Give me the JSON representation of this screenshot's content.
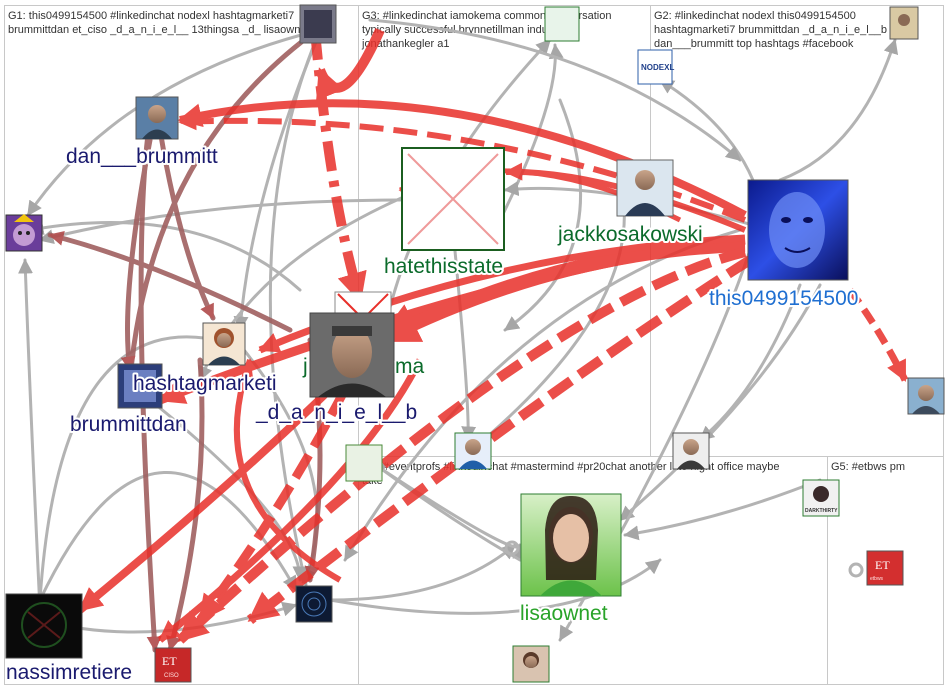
{
  "groups": [
    {
      "id": "G1",
      "label_lines": [
        "G1: this0499154500 #linkedinchat nodexl hashtagmarketi7",
        "brummittdan et_ciso _d_a_n_i_e_l__ 13thingsa _d_ lisaownet"
      ]
    },
    {
      "id": "G3",
      "label_lines": [
        "G3: #linkedinchat iamokema common conversation",
        "typically successful brynnetillman industry",
        "jonathankegler a1"
      ]
    },
    {
      "id": "G2",
      "label_lines": [
        "G2: #linkedinchat nodexl this0499154500",
        "hashtagmarketi7 brummittdan _d_a_n_i_e_l__b",
        "dan___brummitt top hashtags #facebook"
      ]
    },
    {
      "id": "G4",
      "label_lines": [
        "G4: #eventprofs #linkedinchat #mastermind #pr20chat another late night office maybe",
        "take"
      ]
    },
    {
      "id": "G5",
      "label_lines": [
        "G5: #etbws pm"
      ]
    }
  ],
  "node_labels": {
    "dan_brummitt": "dan___brummitt",
    "jackkosakowski": "jackkosakowski",
    "hatethisstate": "hatethisstate",
    "this0499154500": "this0499154500",
    "hashtagmarketi": "hashtagmarketi",
    "okema_tail": "ma",
    "okema_head": "j",
    "daniel_b": "_d_a_n_i_e_l__b",
    "brummittdan": "brummittdan",
    "lisaownet": "lisaownet",
    "nassimretiere": "nassimretiere"
  },
  "node_images": {
    "nodexl": "NODEXL",
    "etciso_top": "ET",
    "etciso_sub": "CISO",
    "etbws_top": "ET",
    "etbws_sub": "etbws",
    "darkthirty": "DARKTHIRTY"
  },
  "colors": {
    "edge_red": "#e8302a",
    "edge_dark_red": "#b04040",
    "edge_gray": "#b3b3b3",
    "edge_dark_gray": "#8c8c8c",
    "label_navy": "#1a1a6e",
    "label_green": "#0b6b2b",
    "label_blue": "#1f6fd1",
    "label_lgreen": "#29a329"
  }
}
